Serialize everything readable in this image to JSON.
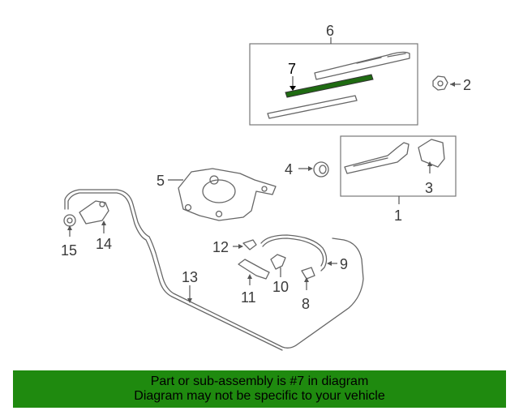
{
  "diagram": {
    "callouts": {
      "c1": "1",
      "c2": "2",
      "c3": "3",
      "c4": "4",
      "c5": "5",
      "c6": "6",
      "c7": "7",
      "c8": "8",
      "c9": "9",
      "c10": "10",
      "c11": "11",
      "c12": "12",
      "c13": "13",
      "c14": "14",
      "c15": "15"
    },
    "highlight_color": "#1f6b12",
    "highlighted_part": "7"
  },
  "banner": {
    "line1": "Part or sub-assembly is #7 in diagram",
    "line2": "Diagram may not be specific to your vehicle",
    "background": "#1f8a0f"
  }
}
